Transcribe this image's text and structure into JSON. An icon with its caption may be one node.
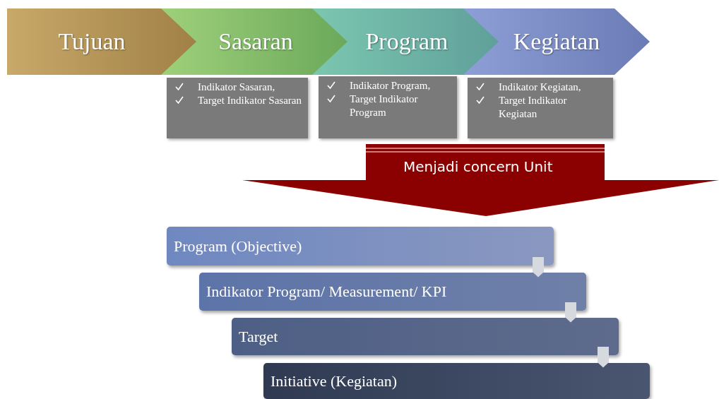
{
  "diagram": {
    "nodes": [
      {
        "text": [
          "Tujuan"
        ]
      },
      {
        "text": [
          "Sasaran"
        ]
      },
      {
        "text": [
          "Program"
        ]
      },
      {
        "text": [
          "Kegiatan"
        ]
      },
      {
        "text": [
          "Indikator Sasaran,",
          "Target Indikator Sasaran"
        ]
      },
      {
        "text": [
          "Indikator Program,",
          "Target Indikator Program"
        ]
      },
      {
        "text": [
          "Indikator Kegiatan,",
          "Target Indikator Kegiatan"
        ]
      },
      {
        "text": [
          "Menjadi concern Unit"
        ]
      },
      {
        "text": [
          "Program (Objective)"
        ]
      },
      {
        "text": [
          "Indikator Program/ Measurement/ KPI"
        ]
      },
      {
        "text": [
          "Target"
        ]
      },
      {
        "text": [
          "Initiative (Kegiatan)"
        ]
      }
    ],
    "edges": [
      {
        "from": 8,
        "to": 9,
        "arrow": "to"
      },
      {
        "from": 9,
        "to": 10,
        "arrow": "to"
      },
      {
        "from": 10,
        "to": 11,
        "arrow": "to"
      }
    ]
  }
}
